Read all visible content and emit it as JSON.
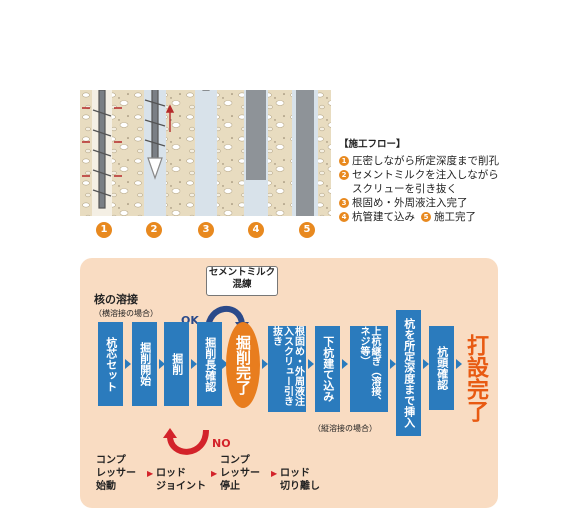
{
  "illustration": {
    "steps": [
      "1",
      "2",
      "3",
      "4",
      "5"
    ]
  },
  "legend": {
    "title": "【施工フロー】",
    "items": [
      {
        "num": "1",
        "text": "圧密しながら所定深度まで削孔"
      },
      {
        "num": "2",
        "text": "セメントミルクを注入しながら"
      },
      {
        "num": "",
        "text": "スクリューを引き抜く"
      },
      {
        "num": "3",
        "text": "根固め・外周液注入完了"
      }
    ],
    "row5": {
      "num_a": "4",
      "text_a": "杭管建て込み",
      "num_b": "5",
      "text_b": "施工完了"
    }
  },
  "process": {
    "core_weld": "核の溶接",
    "core_weld_sub": "（横溶接の場合）",
    "cement_mix": [
      "セメントミルク",
      "混練"
    ],
    "ok_label": "OK",
    "no_label": "NO",
    "boxes": [
      "杭芯セット",
      "掘削開始",
      "掘削",
      "掘削長確認",
      "根固め・外周液注入スクリュー引き抜き",
      "下杭建て込み",
      "上杭継ぎ（溶接、ネジ等）",
      "杭を所定深度まで挿入",
      "杭頭確認"
    ],
    "excavation_done": "掘削完了",
    "final": "打設完了",
    "vertical_weld_note": "（縦溶接の場合）",
    "bottom": {
      "compressor_start": [
        "コンプ",
        "レッサー",
        "始動"
      ],
      "rod_joint": [
        "ロッド",
        "ジョイント"
      ],
      "compressor_stop": [
        "コンプ",
        "レッサー",
        "停止"
      ],
      "rod_detach": [
        "ロッド",
        "切り離し"
      ]
    }
  },
  "colors": {
    "box_blue": "#2b7bbd",
    "accent_orange": "#e87d1e",
    "panel_bg": "#f9dcc2",
    "no_red": "#d3232a",
    "ok_navy": "#2b4a8a"
  }
}
